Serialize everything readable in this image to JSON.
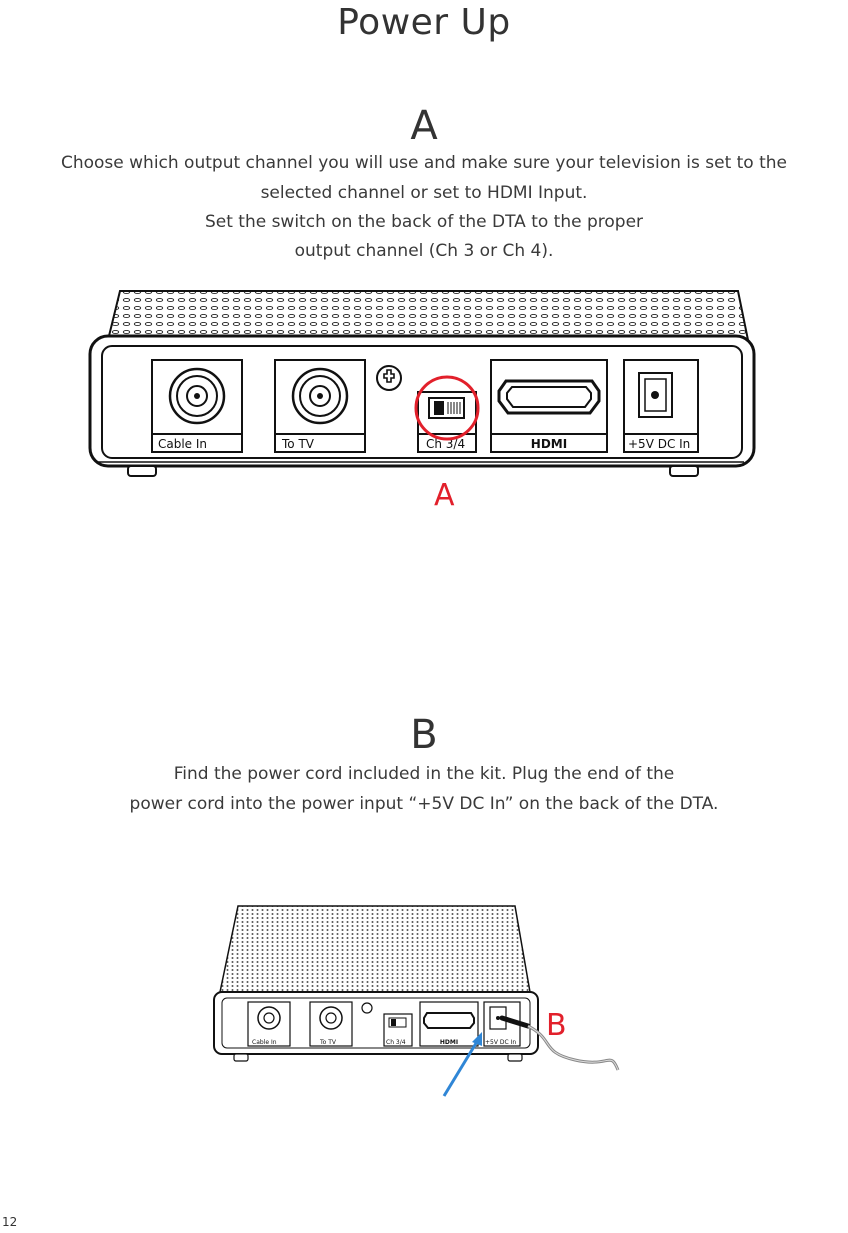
{
  "page": {
    "title": "Power Up",
    "page_number": "12"
  },
  "step_a": {
    "letter": "A",
    "line1": "Choose which output channel you will use and make sure your television is set to the",
    "line2": "selected channel or set to HDMI Input.",
    "line3": "Set the switch on the back of the DTA to the proper",
    "line4": "output channel (Ch 3 or Ch 4).",
    "callout": "A"
  },
  "step_b": {
    "letter": "B",
    "line1": "Find the power cord included in the kit. Plug the end of the",
    "line2": "power cord into the power input “+5V DC In” on the back of the DTA.",
    "callout": "B"
  },
  "device_ports": {
    "cable_in": "Cable In",
    "to_tv": "To TV",
    "ch_switch": "Ch 3/4",
    "hdmi": "HDMI",
    "power": "+5V DC In"
  },
  "colors": {
    "callout_red": "#e2202b",
    "arrow_blue": "#2f86d6"
  }
}
